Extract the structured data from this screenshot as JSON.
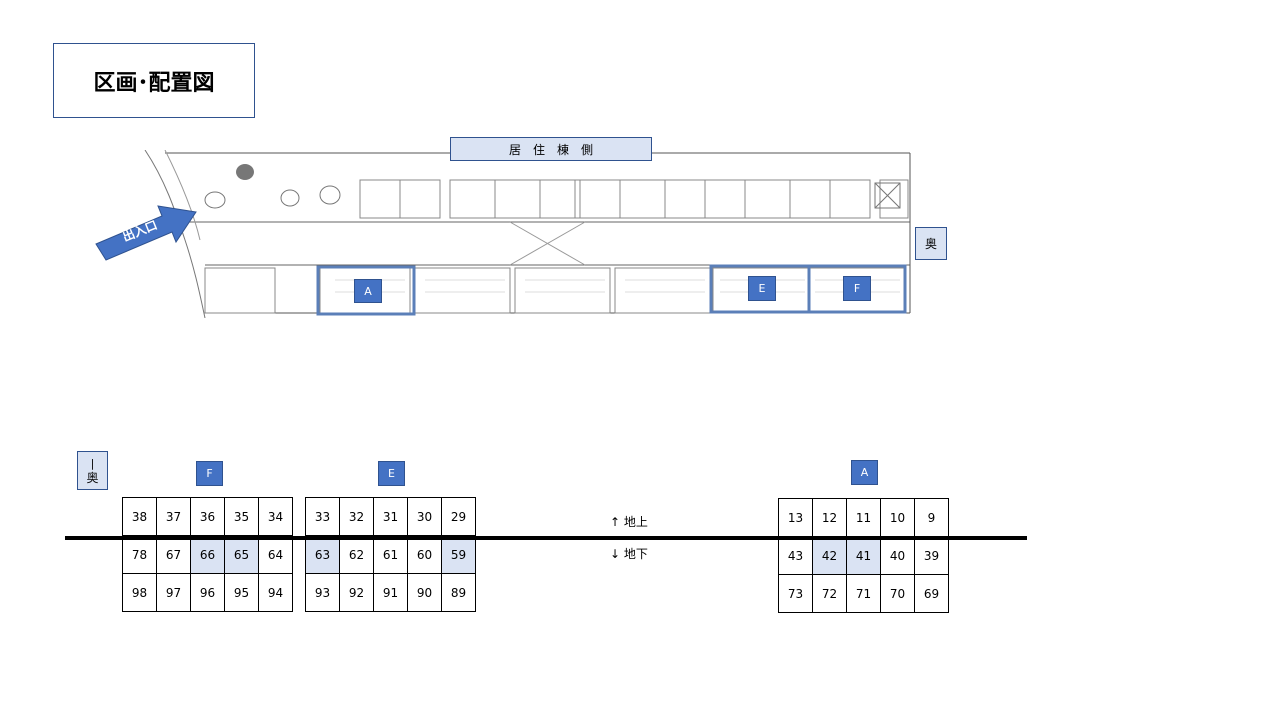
{
  "title": "区画･配置図",
  "labels": {
    "residential_side": "居　住　棟　側",
    "back_right": "奥",
    "back_left": "奥",
    "entrance": "出入口",
    "above_ground": "↑ 地上",
    "below_ground": "↓ 地下"
  },
  "tags": {
    "plan_a": "A",
    "plan_e": "E",
    "plan_f": "F",
    "grid_f": "F",
    "grid_e": "E",
    "grid_a": "A"
  },
  "grids": {
    "left": [
      [
        "38",
        "37",
        "36",
        "35",
        "34"
      ],
      [
        "78",
        "67",
        "66",
        "65",
        "64"
      ],
      [
        "98",
        "97",
        "96",
        "95",
        "94"
      ]
    ],
    "middle": [
      [
        "33",
        "32",
        "31",
        "30",
        "29"
      ],
      [
        "63",
        "62",
        "61",
        "60",
        "59"
      ],
      [
        "93",
        "92",
        "91",
        "90",
        "89"
      ]
    ],
    "right": [
      [
        "13",
        "12",
        "11",
        "10",
        "9"
      ],
      [
        "43",
        "42",
        "41",
        "40",
        "39"
      ],
      [
        "73",
        "72",
        "71",
        "70",
        "69"
      ]
    ]
  },
  "colors": {
    "highlight": "#dae3f3",
    "tag": "#4472c4",
    "border_blue": "#2f528f",
    "plan_frame": "#5b7fb8"
  }
}
